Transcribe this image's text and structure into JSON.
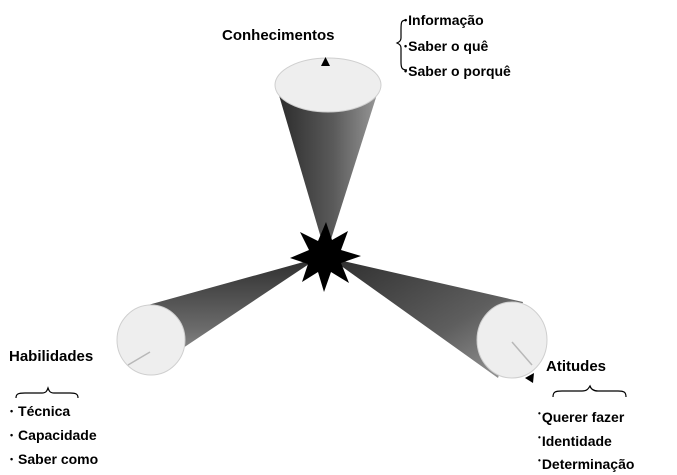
{
  "dimensions": {
    "knowledge": {
      "title": "Conhecimentos",
      "items": [
        "Informação",
        "Saber o quê",
        "Saber o porquê"
      ]
    },
    "skills": {
      "title": "Habilidades",
      "items": [
        "Técnica",
        "Capacidade",
        "Saber como"
      ]
    },
    "attitudes": {
      "title": "Atitudes",
      "items": [
        "Querer fazer",
        "Identidade",
        "Determinação"
      ]
    }
  },
  "bullet_glyph": "•",
  "colors": {
    "cone_dark": "#2a2a2a",
    "cone_light": "#9a9a9a",
    "cone_face": "#eeeeee",
    "center_star": "#000000"
  }
}
